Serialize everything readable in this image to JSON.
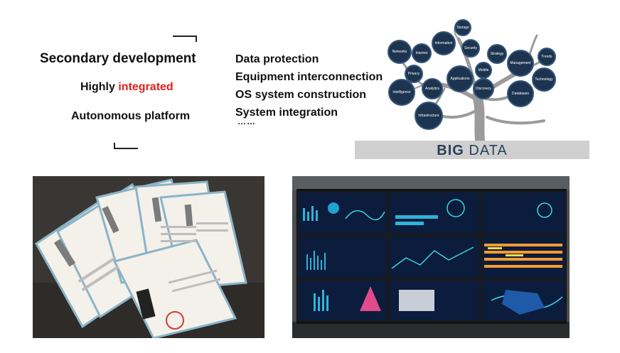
{
  "left_block": {
    "heading": "Secondary development",
    "line2_prefix": "Highly ",
    "line2_highlight": "integrated",
    "line3": "Autonomous platform"
  },
  "list": {
    "items": [
      "Data protection",
      "Equipment interconnection",
      "OS system construction",
      "System integration"
    ],
    "ellipsis": "……"
  },
  "big_data": {
    "word1": "BIG",
    "word2": "DATA",
    "nodes": [
      "Storage",
      "Information",
      "Security",
      "Networks",
      "Internet",
      "Strategy",
      "Trends",
      "Management",
      "Mobile",
      "Privacy",
      "Applications",
      "Technology",
      "Analytics",
      "Discovery",
      "Databases",
      "Intelligence",
      "Infrastructure"
    ]
  },
  "colors": {
    "highlight": "#e0231b",
    "node": "#1d3450",
    "tree": "#9b9b9b"
  }
}
